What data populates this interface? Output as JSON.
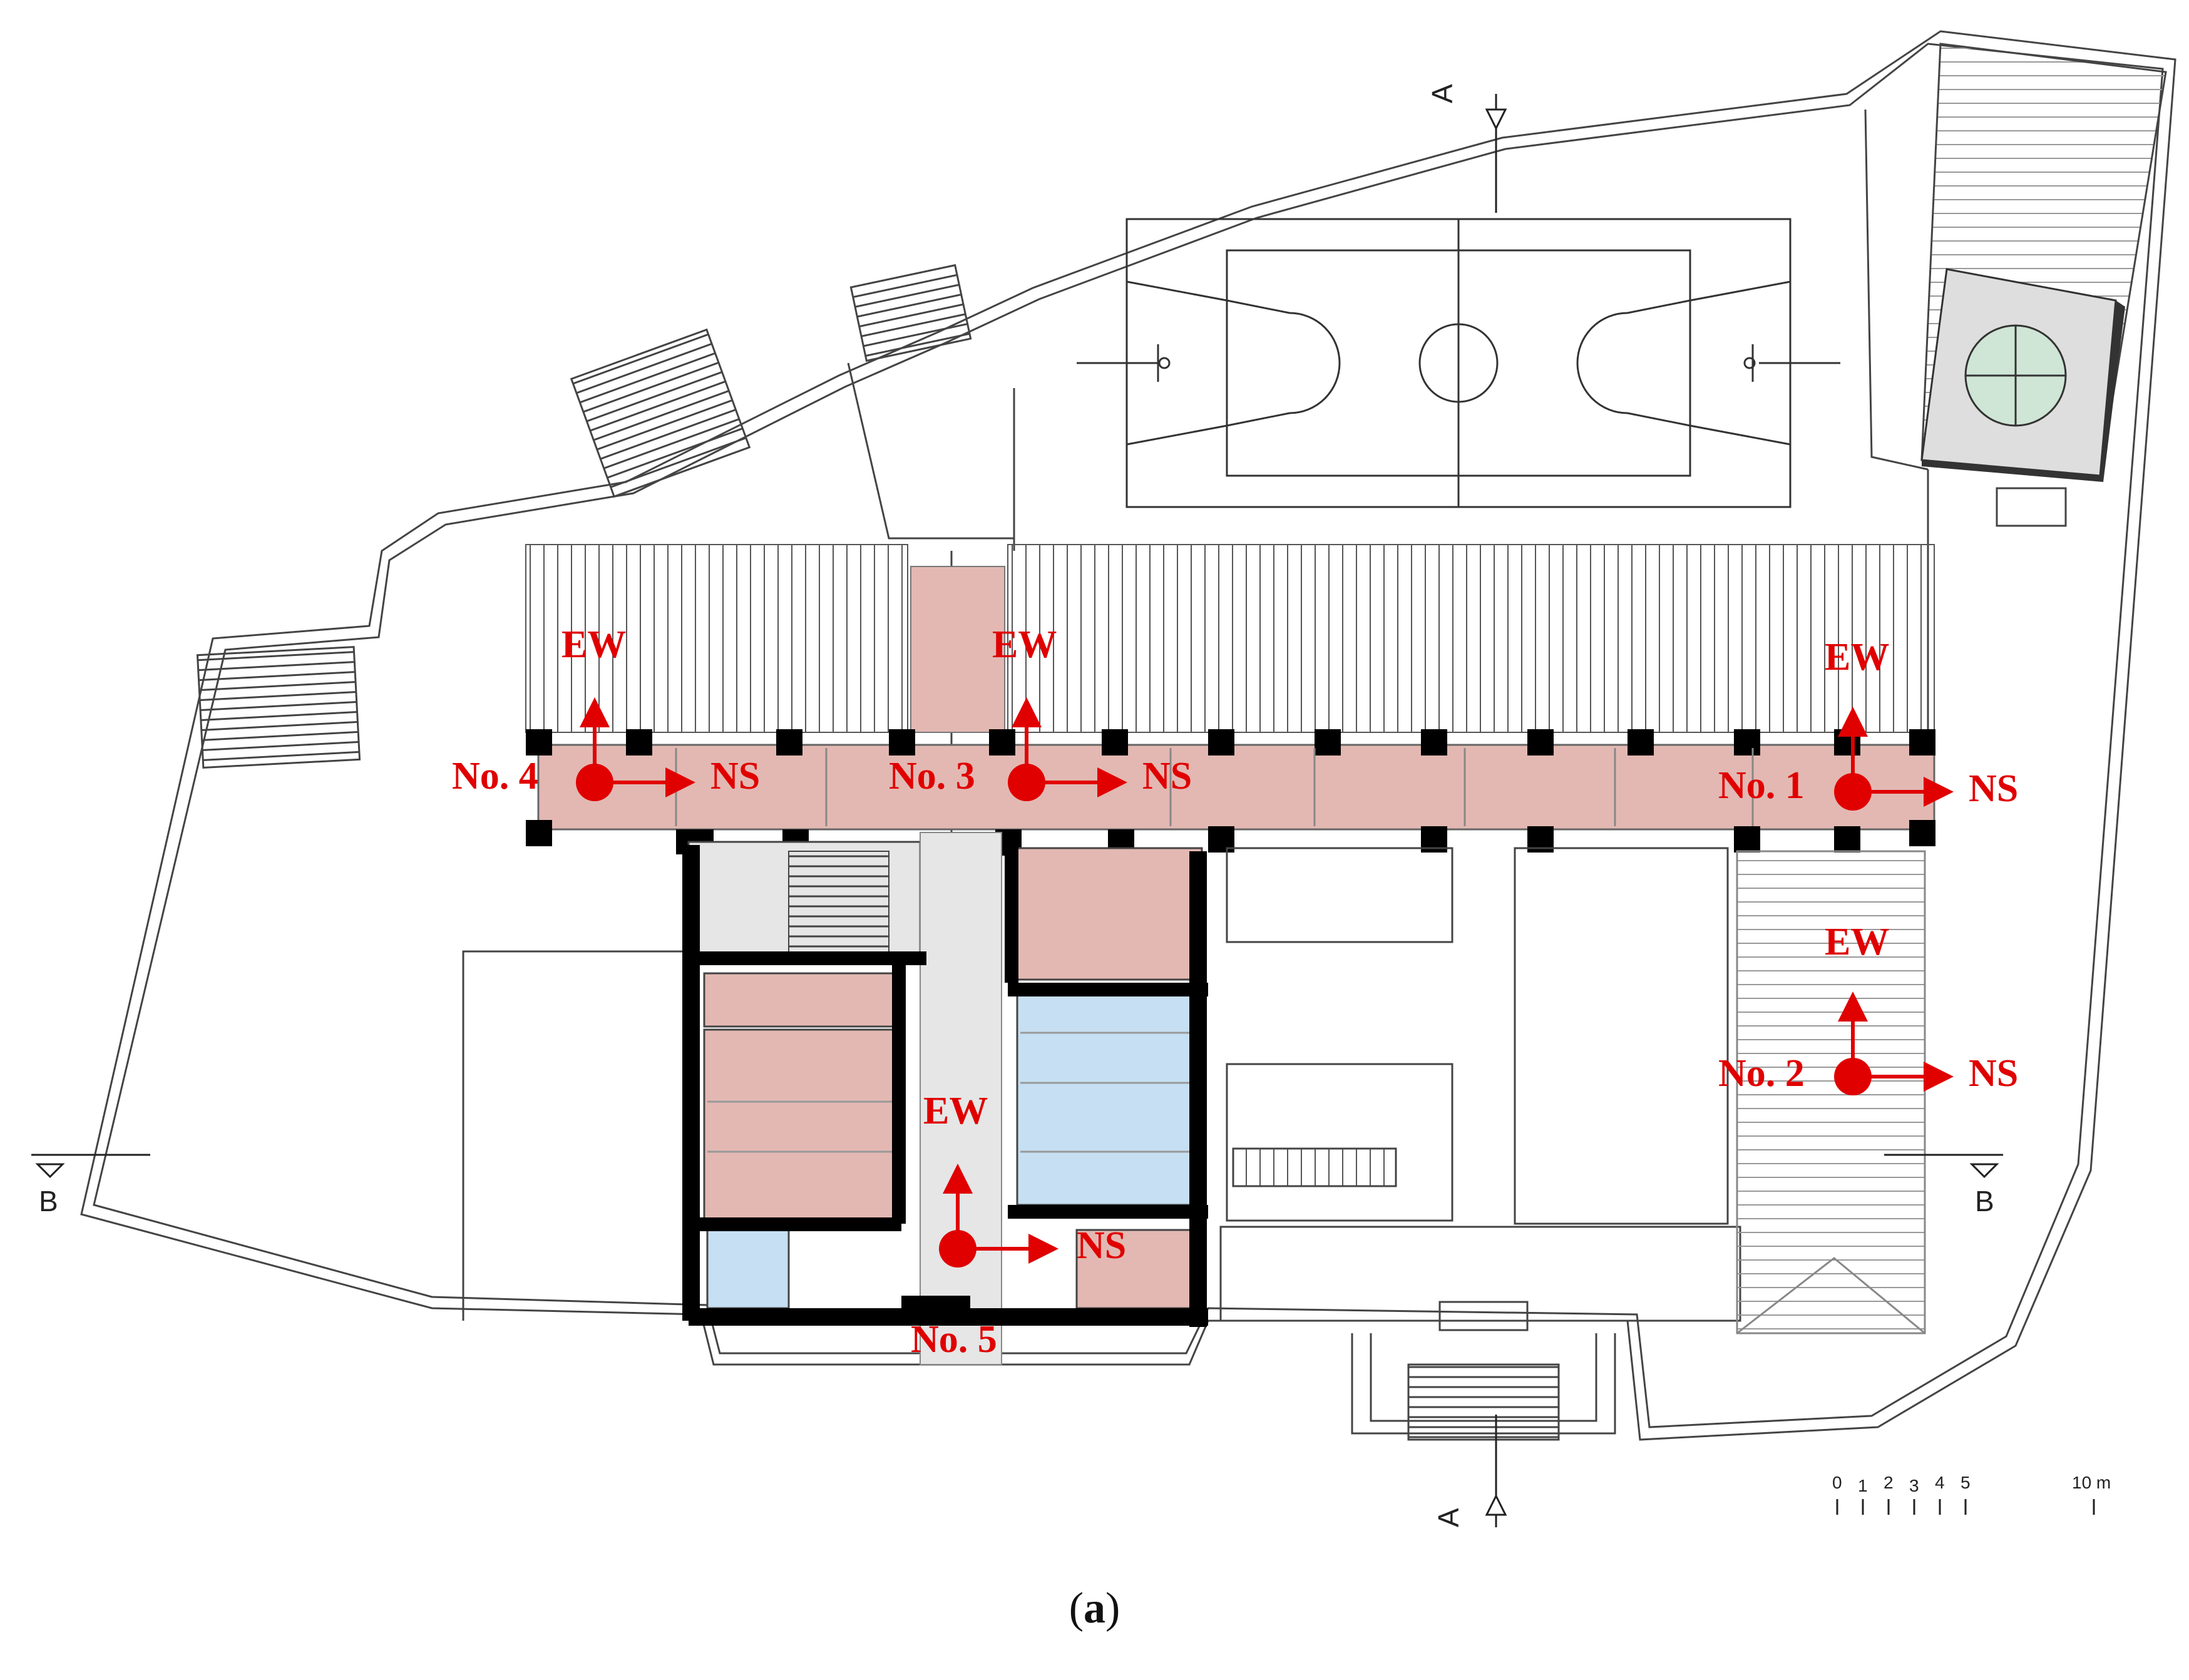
{
  "caption": {
    "open": "(",
    "letter": "a",
    "close": ")"
  },
  "colors": {
    "sensor": "#e00000",
    "pink_room": "#e3b8b3",
    "blue_room": "#c6dff2",
    "grey_room": "#e6e6e6",
    "wall": "#000000",
    "green_tank": "#cfe5d6"
  },
  "sensors": [
    {
      "label": "No. 1",
      "dir_up": "EW",
      "dir_right": "NS"
    },
    {
      "label": "No. 2",
      "dir_up": "EW",
      "dir_right": "NS"
    },
    {
      "label": "No. 3",
      "dir_up": "EW",
      "dir_right": "NS"
    },
    {
      "label": "No. 4",
      "dir_up": "EW",
      "dir_right": "NS"
    },
    {
      "label": "No. 5",
      "dir_up": "EW",
      "dir_right": "NS"
    }
  ],
  "sections": {
    "a_top": "A",
    "a_bottom": "A",
    "b_left": "B",
    "b_right": "B"
  },
  "scale_bar": {
    "ticks": [
      "0",
      "1",
      "2",
      "3",
      "4",
      "5"
    ],
    "end_label": "10 m"
  }
}
